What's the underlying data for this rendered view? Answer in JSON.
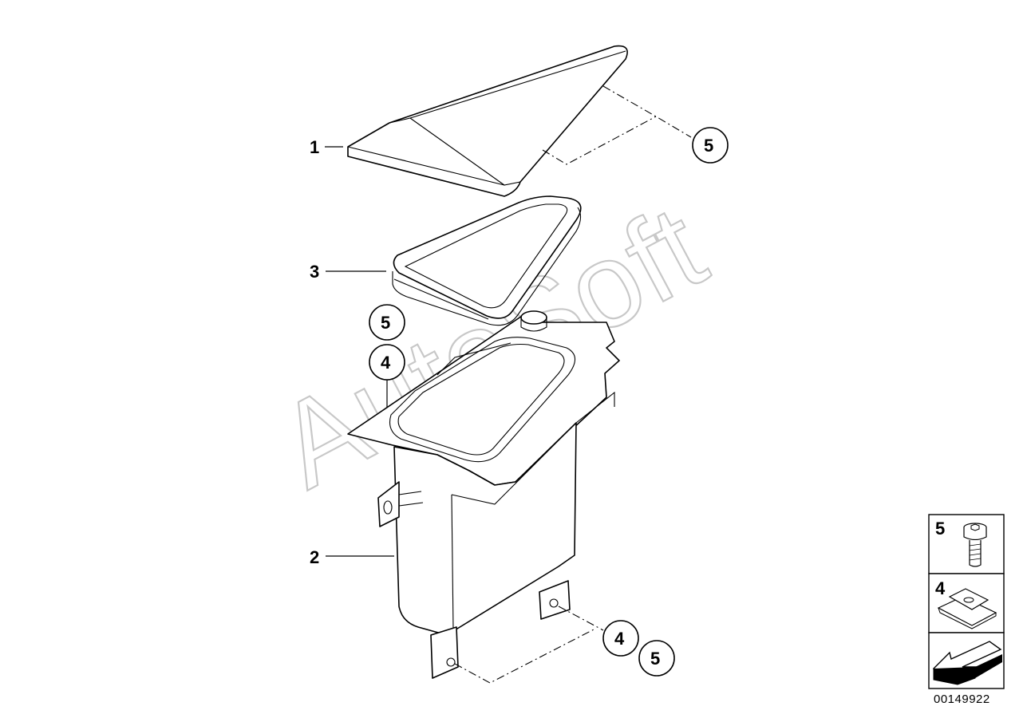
{
  "watermark": "AutoSoft",
  "part_labels": {
    "p1": "1",
    "p2": "2",
    "p3": "3",
    "callout_top_5": "5",
    "callout_mid_5": "5",
    "callout_mid_4": "4",
    "callout_bot_4": "4",
    "callout_bot_5": "5"
  },
  "legend": {
    "items": [
      {
        "number": "5",
        "icon": "hex-socket-screw-icon"
      },
      {
        "number": "4",
        "icon": "clip-nut-icon"
      }
    ],
    "nav_icon": "arrow-back-icon"
  },
  "diagram_id": "00149922"
}
